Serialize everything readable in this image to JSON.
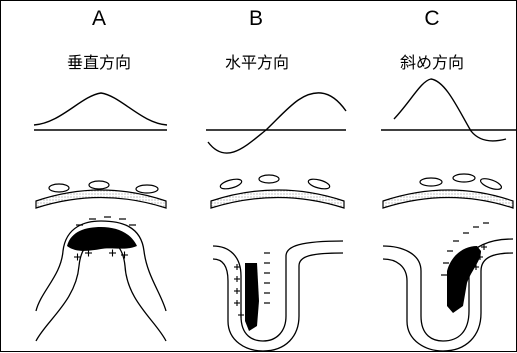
{
  "columns": [
    {
      "letter": "A",
      "title": "垂直方向"
    },
    {
      "letter": "B",
      "title": "水平方向"
    },
    {
      "letter": "C",
      "title": "斜め方向"
    }
  ],
  "colors": {
    "line": "#000000",
    "background": "#ffffff",
    "fill": "#000000"
  }
}
